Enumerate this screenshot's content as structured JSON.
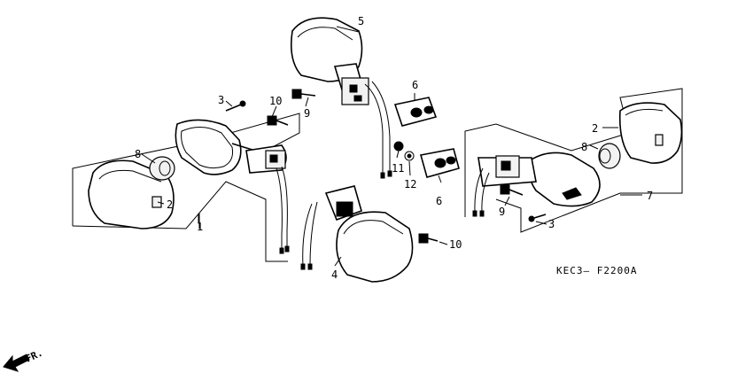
{
  "diagram": {
    "drawing_code": "KEC3– F2200A",
    "direction_label": "FR.",
    "callouts": [
      {
        "id": "c1",
        "label": "1"
      },
      {
        "id": "c2a",
        "label": "2"
      },
      {
        "id": "c2b",
        "label": "2"
      },
      {
        "id": "c3a",
        "label": "3"
      },
      {
        "id": "c3b",
        "label": "3"
      },
      {
        "id": "c4",
        "label": "4"
      },
      {
        "id": "c5",
        "label": "5"
      },
      {
        "id": "c6a",
        "label": "6"
      },
      {
        "id": "c6b",
        "label": "6"
      },
      {
        "id": "c7",
        "label": "7"
      },
      {
        "id": "c8a",
        "label": "8"
      },
      {
        "id": "c8b",
        "label": "8"
      },
      {
        "id": "c9a",
        "label": "9"
      },
      {
        "id": "c9b",
        "label": "9"
      },
      {
        "id": "c10a",
        "label": "10"
      },
      {
        "id": "c10b",
        "label": "10"
      },
      {
        "id": "c11",
        "label": "11"
      },
      {
        "id": "c12",
        "label": "12"
      }
    ]
  }
}
